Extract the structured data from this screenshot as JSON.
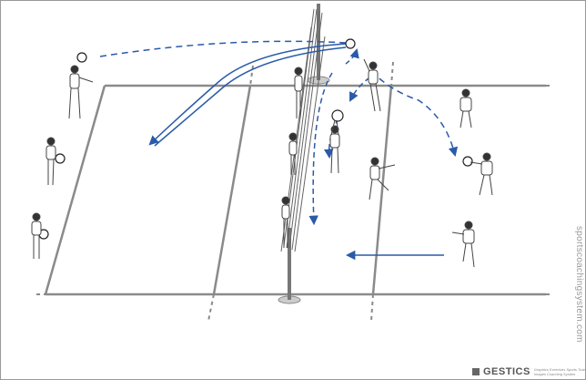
{
  "watermark": "sportscoachingsystem.com",
  "brand": {
    "name": "GESTICS",
    "tagline": "Graphics Exercises Sports Training Images Coaching System"
  },
  "colors": {
    "court_line": "#888888",
    "arrow": "#2a5aa8",
    "player": "#ffffff",
    "outline": "#333333"
  }
}
